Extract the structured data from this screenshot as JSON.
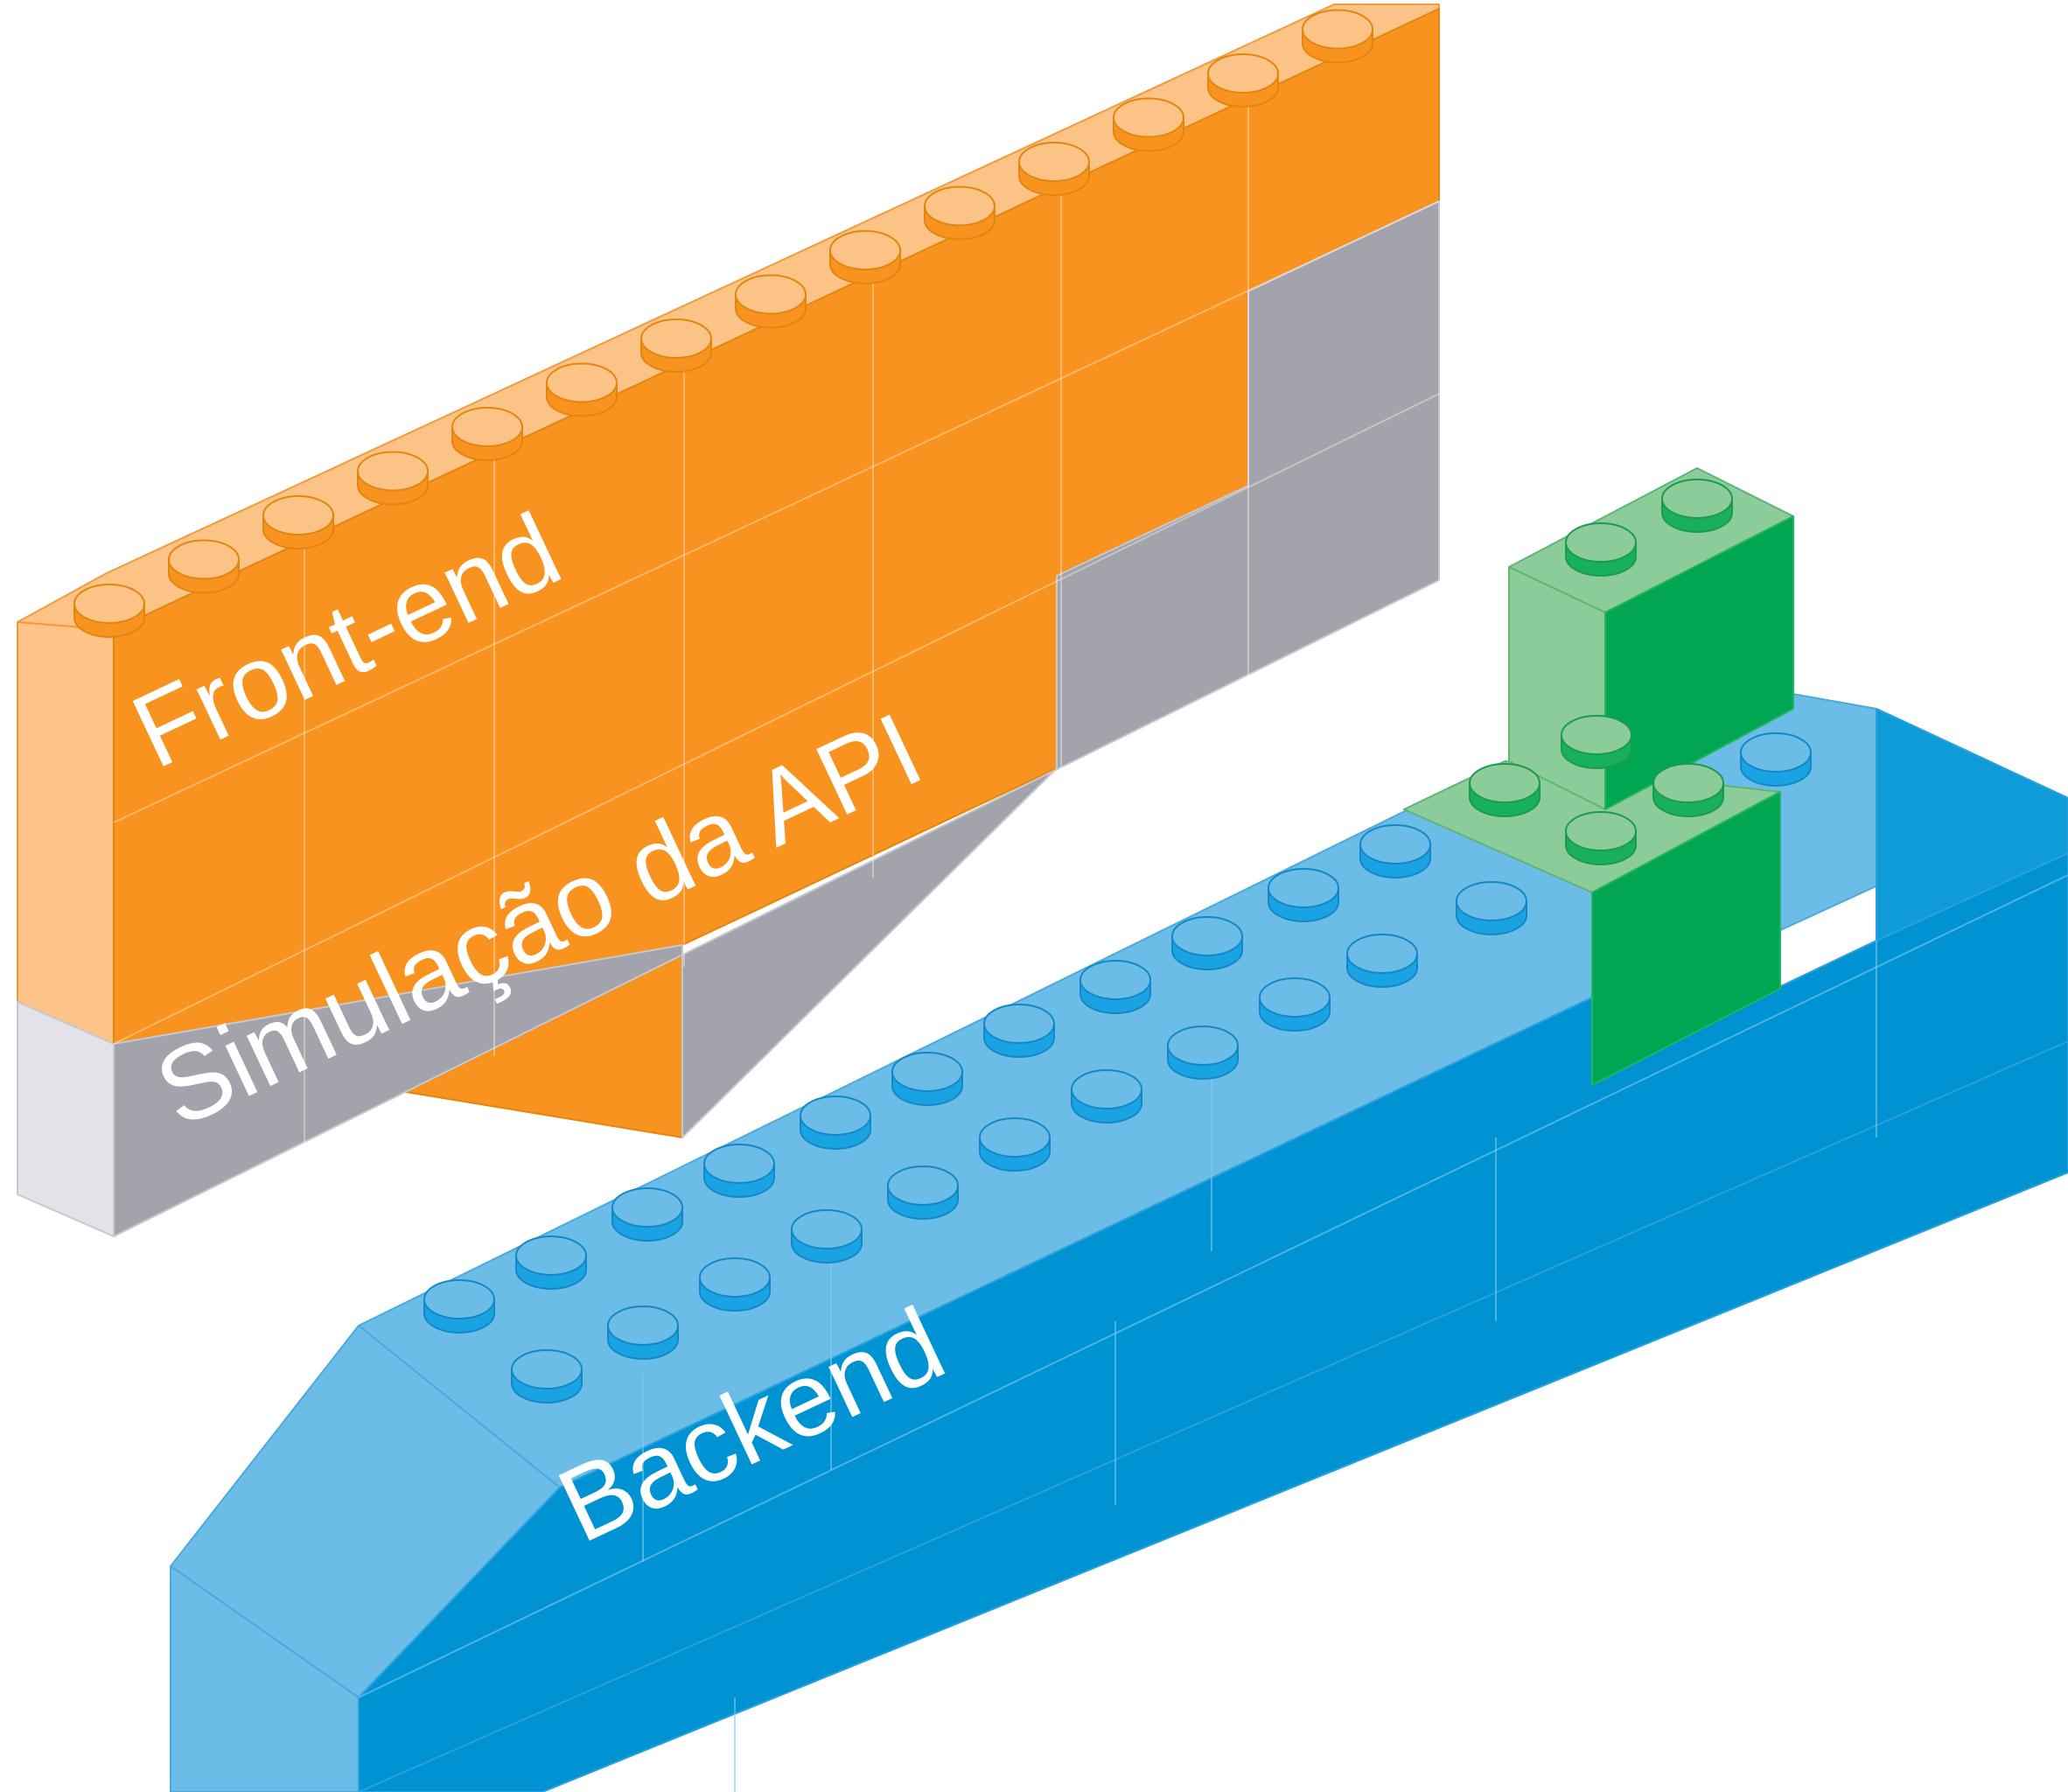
{
  "labels": {
    "frontend": "Front-end",
    "api_simulation": "Simulação da API",
    "backend": "Backend"
  },
  "colors": {
    "orange_front": "#f7931e",
    "orange_top": "#fbc486",
    "orange_side": "#fcc489",
    "gray_front": "#a3a3ab",
    "gray_side": "#e2e2e8",
    "blue_front": "#0093d3",
    "blue_top": "#6bbde8",
    "blue_stud": "#1aa3e3",
    "green_front": "#00a651",
    "green_top": "#8ccc9b",
    "green_stud": "#18b05b",
    "label_text": "#ffffff"
  }
}
